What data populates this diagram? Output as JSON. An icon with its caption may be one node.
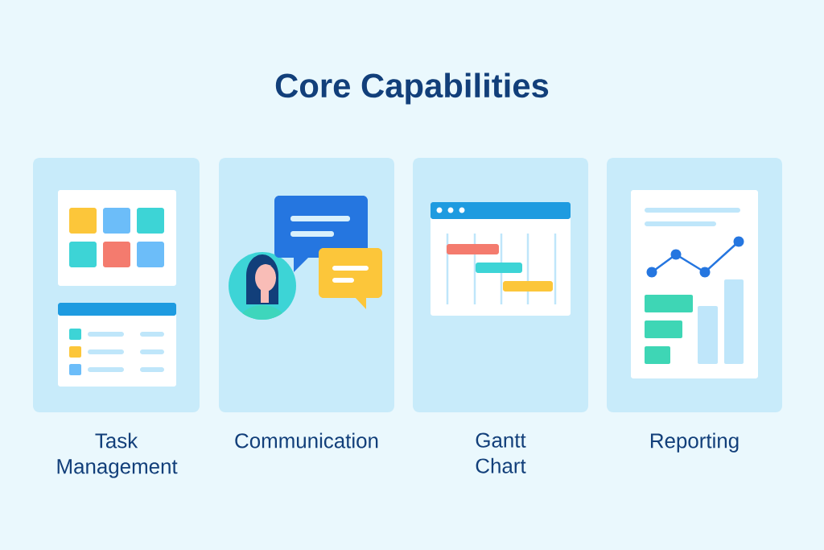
{
  "diagram": {
    "title": "Core Capabilities",
    "nodes": [
      {
        "text": [
          "Task Management"
        ]
      },
      {
        "text": [
          "Communication"
        ]
      },
      {
        "text": [
          "Gantt Chart"
        ]
      },
      {
        "text": [
          "Reporting"
        ]
      }
    ]
  }
}
